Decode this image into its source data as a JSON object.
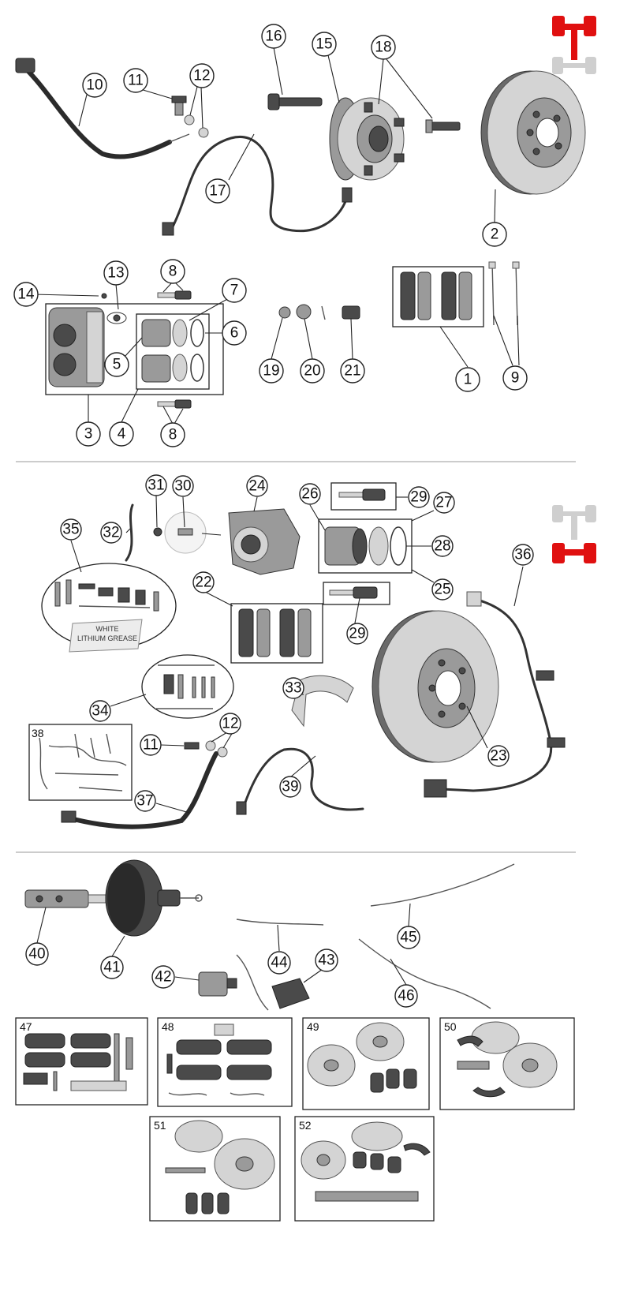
{
  "callouts": {
    "c1": "1",
    "c2": "2",
    "c3": "3",
    "c4": "4",
    "c5": "5",
    "c6": "6",
    "c7": "7",
    "c8a": "8",
    "c8b": "8",
    "c9": "9",
    "c10": "10",
    "c11a": "11",
    "c11b": "11",
    "c12a": "12",
    "c12b": "12",
    "c13": "13",
    "c14": "14",
    "c15": "15",
    "c16": "16",
    "c17": "17",
    "c18": "18",
    "c19": "19",
    "c20": "20",
    "c21": "21",
    "c22": "22",
    "c23": "23",
    "c24": "24",
    "c25": "25",
    "c26": "26",
    "c27": "27",
    "c28": "28",
    "c29a": "29",
    "c29b": "29",
    "c30": "30",
    "c31": "31",
    "c32": "32",
    "c33": "33",
    "c34": "34",
    "c35": "35",
    "c36": "36",
    "c37": "37",
    "c38": "38",
    "c39": "39",
    "c40": "40",
    "c41": "41",
    "c42": "42",
    "c43": "43",
    "c44": "44",
    "c45": "45",
    "c46": "46"
  },
  "kits": {
    "k47": "47",
    "k48": "48",
    "k49": "49",
    "k50": "50",
    "k51": "51",
    "k52": "52"
  },
  "grease_label": {
    "line1": "WHITE",
    "line2": "LITHIUM GREASE"
  },
  "icons": {
    "front_axle": "front-axle-highlight-icon",
    "rear_axle": "rear-axle-highlight-icon"
  },
  "colors": {
    "highlight": "#e01010",
    "inactive": "#cfcfcf"
  }
}
